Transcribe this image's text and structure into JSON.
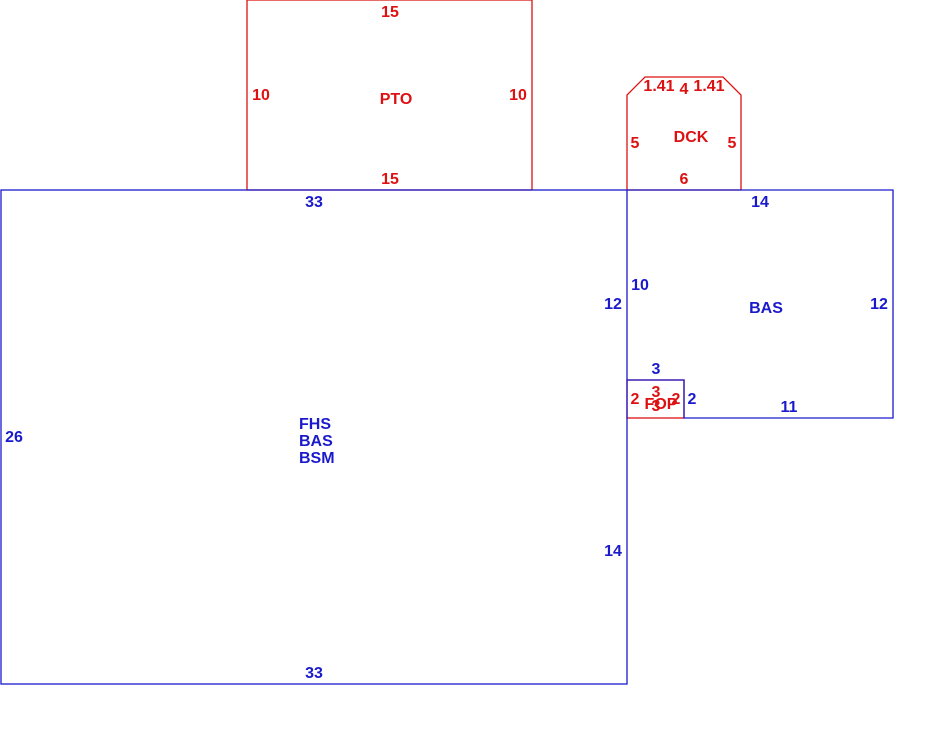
{
  "colors": {
    "structure": "#1a1acc",
    "addition": "#dd1111",
    "background": "#ffffff"
  },
  "patio": {
    "area_label": "PTO",
    "dim_top": "15",
    "dim_left": "10",
    "dim_right": "10",
    "dim_bottom": "15"
  },
  "deck": {
    "area_label": "DCK",
    "dim_top_left": "1.41",
    "dim_top_mid": "4",
    "dim_top_right": "1.41",
    "dim_left": "5",
    "dim_right": "5",
    "dim_bottom": "6"
  },
  "main_structure": {
    "area_labels": [
      "FHS",
      "BAS",
      "BSM"
    ],
    "dim_top": "33",
    "dim_left": "26",
    "dim_bottom": "33",
    "dim_right_upper": "12",
    "dim_right_lower": "14"
  },
  "side_structure": {
    "area_label": "BAS",
    "dim_top": "14",
    "dim_right": "12",
    "dim_bottom": "11",
    "dim_left": "10",
    "dim_notch_top": "3",
    "dim_notch_right": "2"
  },
  "porch": {
    "area_label": "FOP",
    "dim_left": "2",
    "dim_top": "3",
    "dim_bottom": "3",
    "dim_right": "2"
  }
}
